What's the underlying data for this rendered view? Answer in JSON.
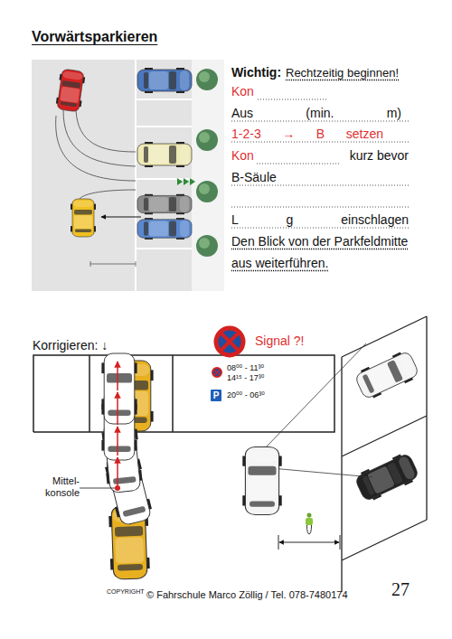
{
  "diagram": {
    "title": "Vorwärtsparkieren",
    "nodes": [
      {
        "text": [
          "P"
        ]
      }
    ],
    "labels": [
      "Wichtig:",
      "Rechtzeitig beginnen!",
      "Kon",
      "Aus (min. m)",
      "1-2-3 → B setzen",
      "Kon",
      "kurz bevor",
      "B-Säule",
      "L g einschlagen",
      "Den Blick von der Parkfeldmitte aus weiterführen.",
      "Korrigieren: ↓",
      "Signal ?!",
      "08⁰⁰ - 11³⁰",
      "14¹⁵ - 17³⁰",
      "20⁰⁰ - 06³⁰",
      "Mittel- konsole",
      "COPYRIGHT",
      "© Fahrschule Marco Zöllig / Tel. 078-7480174",
      "27"
    ]
  }
}
